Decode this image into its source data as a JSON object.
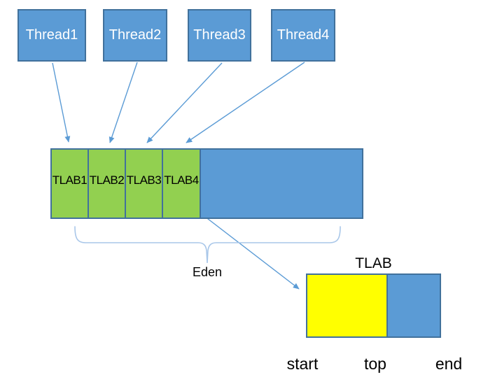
{
  "threads": [
    {
      "label": "Thread1"
    },
    {
      "label": "Thread2"
    },
    {
      "label": "Thread3"
    },
    {
      "label": "Thread4"
    }
  ],
  "eden": {
    "label": "Eden",
    "tlabs": [
      {
        "label": "TLAB1"
      },
      {
        "label": "TLAB2"
      },
      {
        "label": "TLAB3"
      },
      {
        "label": "TLAB4"
      }
    ]
  },
  "tlab_detail": {
    "title": "TLAB",
    "pointer_labels": [
      "start",
      "top",
      "end"
    ]
  },
  "colors": {
    "box_blue_fill": "#5B9BD5",
    "box_border": "#41719C",
    "tlab_green_fill": "#92D050",
    "tlab_used_yellow": "#FFFF00",
    "arrow_blue": "#5B9BD5",
    "brace_light_blue": "#A9C7E9",
    "thread_text": "#FFFFFF",
    "label_text": "#000000"
  }
}
